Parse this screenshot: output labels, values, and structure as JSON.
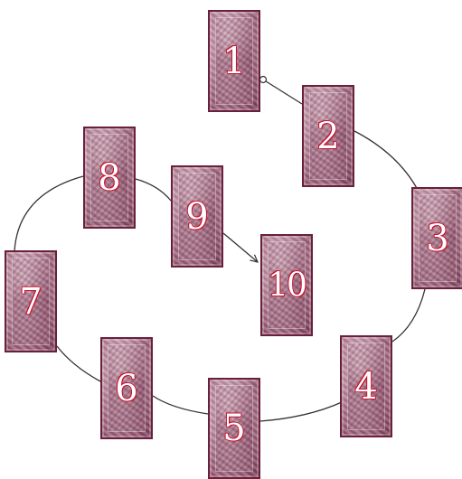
{
  "cards": [
    {
      "label": "1"
    },
    {
      "label": "2"
    },
    {
      "label": "3"
    },
    {
      "label": "4"
    },
    {
      "label": "5"
    },
    {
      "label": "6"
    },
    {
      "label": "7"
    },
    {
      "label": "8"
    },
    {
      "label": "9"
    },
    {
      "label": "10"
    }
  ],
  "colors": {
    "card_border": "#6a1f3a",
    "number_outline": "#c8102e",
    "number_fill": "#ffffff",
    "connector_line": "#333333"
  }
}
